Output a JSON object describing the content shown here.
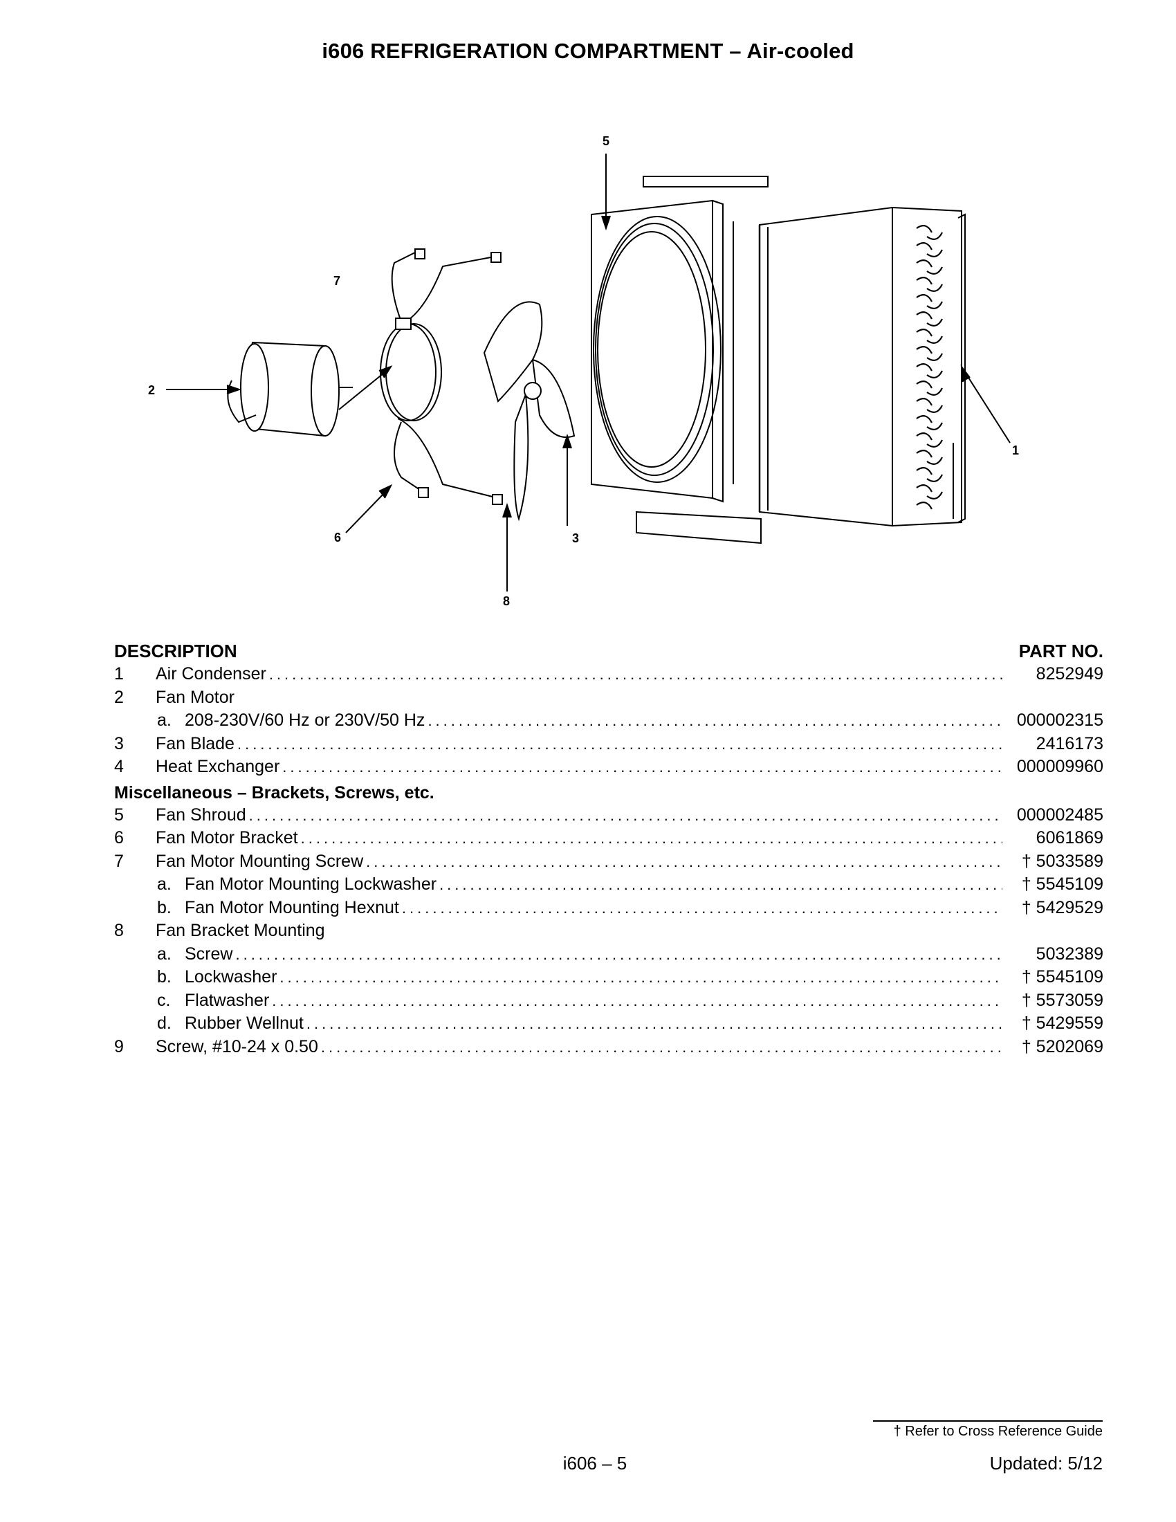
{
  "title": "i606 REFRIGERATION COMPARTMENT – Air-cooled",
  "callouts": [
    "1",
    "2",
    "3",
    "5",
    "6",
    "7",
    "8"
  ],
  "table": {
    "header_desc": "DESCRIPTION",
    "header_pn": "PART NO.",
    "rows": [
      {
        "num": "1",
        "sub": "",
        "desc": "Air Condenser",
        "pn": "8252949"
      },
      {
        "num": "2",
        "sub": "",
        "desc": "Fan Motor",
        "pn": ""
      },
      {
        "num": "",
        "sub": "a.",
        "desc": "208-230V/60 Hz or 230V/50 Hz",
        "pn": "000002315"
      },
      {
        "num": "3",
        "sub": "",
        "desc": "Fan Blade",
        "pn": "2416173"
      },
      {
        "num": "4",
        "sub": "",
        "desc": "Heat Exchanger",
        "pn": "000009960"
      }
    ],
    "section": "Miscellaneous – Brackets, Screws, etc.",
    "rows2": [
      {
        "num": "5",
        "sub": "",
        "desc": "Fan Shroud",
        "pn": "000002485"
      },
      {
        "num": "6",
        "sub": "",
        "desc": "Fan Motor Bracket",
        "pn": "6061869"
      },
      {
        "num": "7",
        "sub": "",
        "desc": "Fan Motor Mounting Screw",
        "pn": "† 5033589"
      },
      {
        "num": "",
        "sub": "a.",
        "desc": "Fan Motor Mounting Lockwasher",
        "pn": "† 5545109"
      },
      {
        "num": "",
        "sub": "b.",
        "desc": "Fan Motor Mounting Hexnut",
        "pn": "† 5429529"
      },
      {
        "num": "8",
        "sub": "",
        "desc": "Fan Bracket Mounting",
        "pn": ""
      },
      {
        "num": "",
        "sub": "a.",
        "desc": "Screw",
        "pn": "5032389"
      },
      {
        "num": "",
        "sub": "b.",
        "desc": "Lockwasher",
        "pn": "† 5545109"
      },
      {
        "num": "",
        "sub": "c.",
        "desc": "Flatwasher",
        "pn": "† 5573059"
      },
      {
        "num": "",
        "sub": "d.",
        "desc": "Rubber Wellnut",
        "pn": "† 5429559"
      },
      {
        "num": "9",
        "sub": "",
        "desc": "Screw, #10-24 x 0.50",
        "pn": "† 5202069"
      }
    ]
  },
  "footnote": "† Refer to Cross Reference Guide",
  "page_number": "i606 – 5",
  "updated": "Updated: 5/12"
}
